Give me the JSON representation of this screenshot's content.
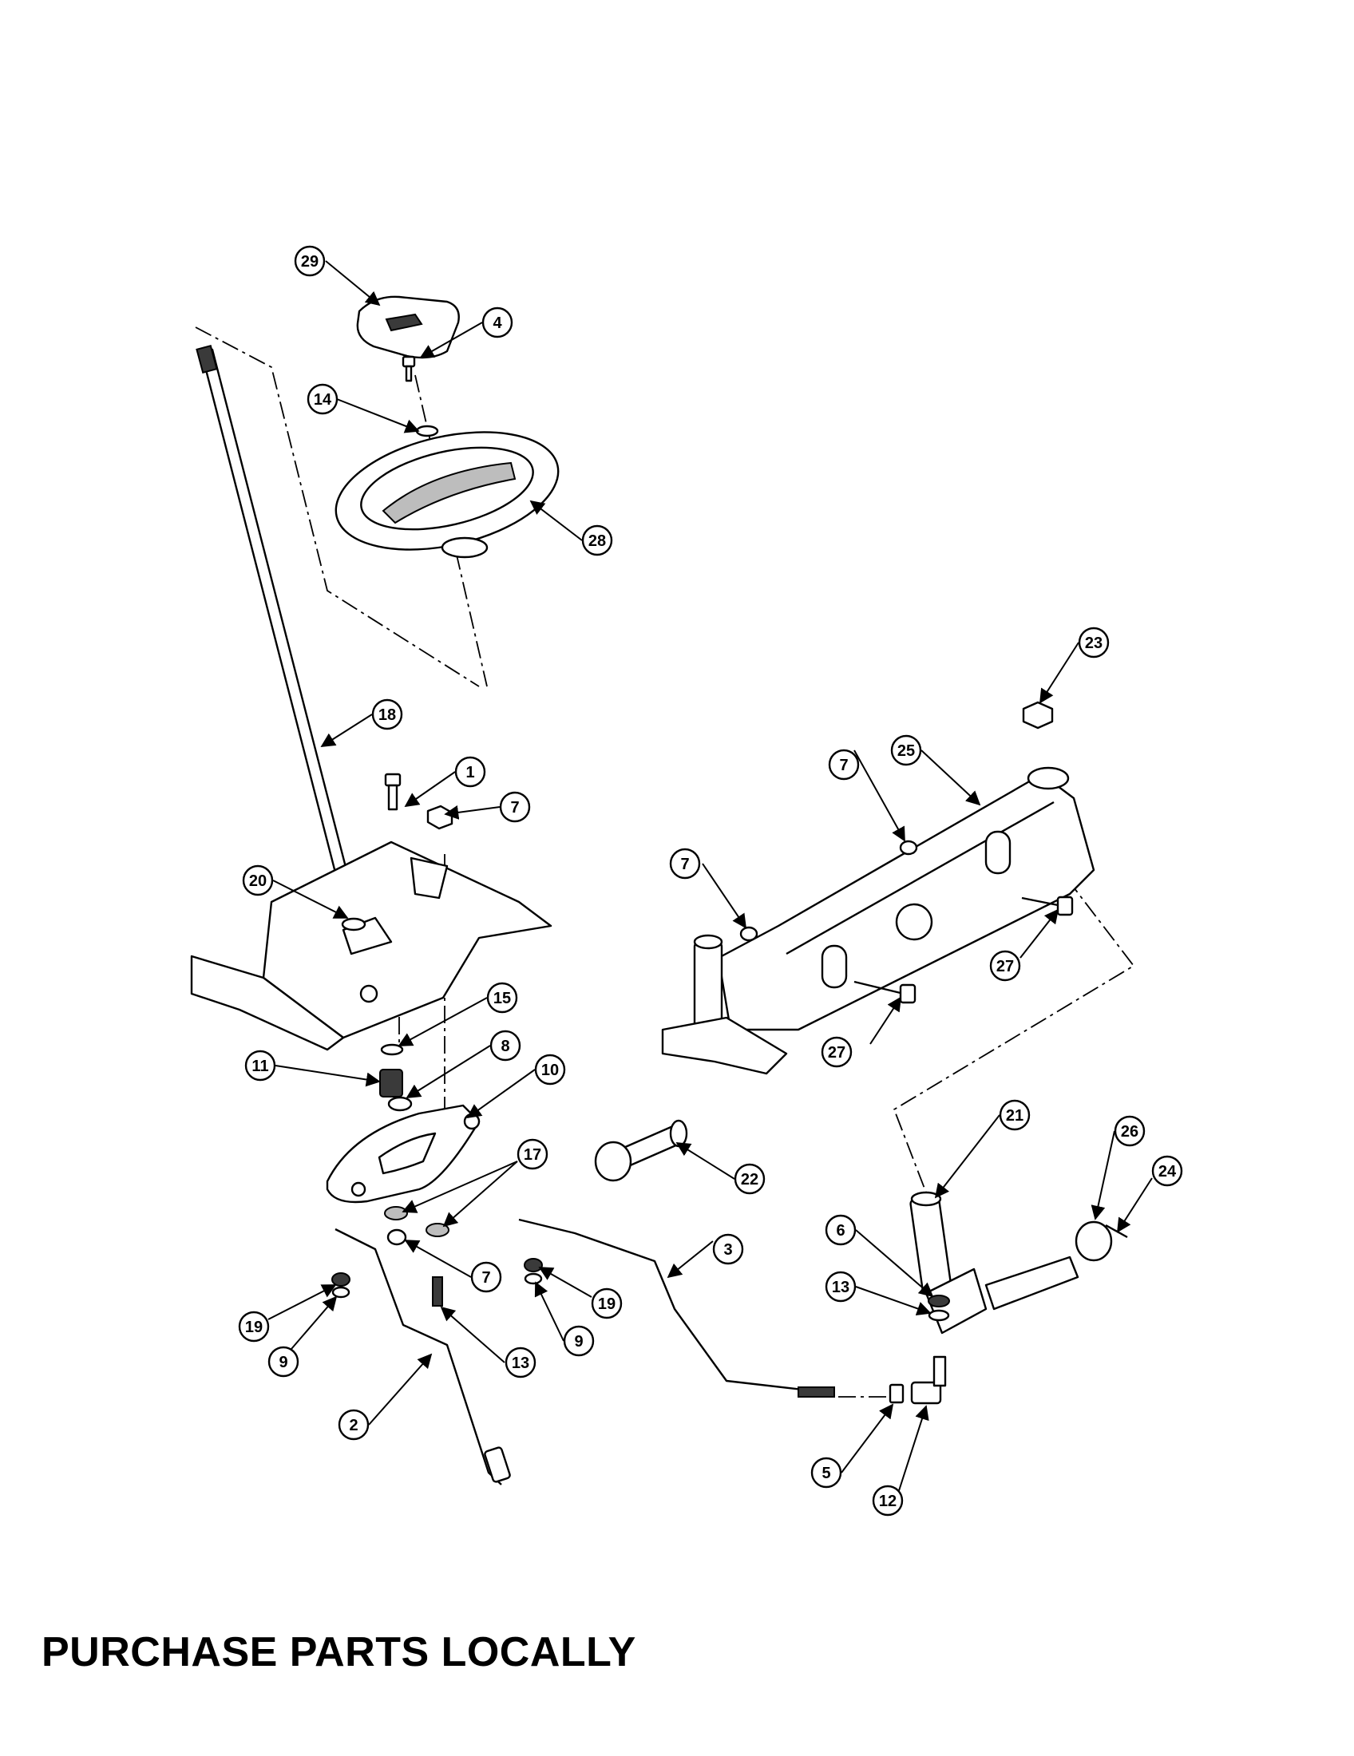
{
  "footer_text": "PURCHASE PARTS LOCALLY",
  "callouts": [
    "29",
    "4",
    "14",
    "28",
    "18",
    "1",
    "7",
    "20",
    "15",
    "8",
    "11",
    "10",
    "17",
    "19",
    "9",
    "13",
    "2",
    "23",
    "25",
    "7",
    "7",
    "27",
    "27",
    "22",
    "21",
    "26",
    "24",
    "6",
    "13",
    "3",
    "19",
    "9",
    "7",
    "5",
    "12"
  ]
}
